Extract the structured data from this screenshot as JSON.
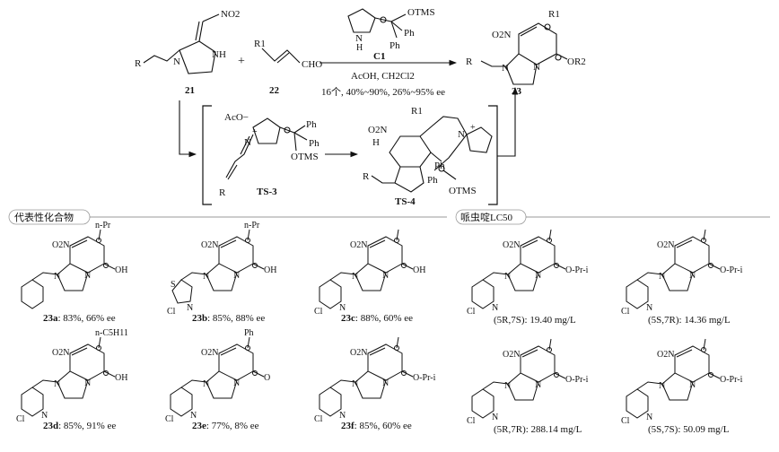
{
  "scheme": {
    "reactant1": {
      "code": "21",
      "R": "R",
      "NO2": "NO2",
      "NH": "NH",
      "N": "N"
    },
    "plus": "+",
    "reactant2": {
      "code": "22",
      "R1": "R1",
      "CHO": "CHO"
    },
    "catalyst": {
      "OTMS": "OTMS",
      "Ph1": "Ph",
      "Ph2": "Ph",
      "NH": "N",
      "H": "H",
      "code": "C1"
    },
    "conditions1": "AcOH, CH2Cl2",
    "conditions2": "16个, 40%~90%, 26%~95% ee",
    "product": {
      "code": "23",
      "R1": "R1",
      "NO2": "O2N",
      "R": "R",
      "N1": "N",
      "N2": "N",
      "OR2": "OR2"
    },
    "ts3": {
      "label": "TS-3",
      "AcO": "AcO−",
      "Ph1": "Ph",
      "Ph2": "Ph",
      "OTMS": "OTMS",
      "R": "R",
      "N": "N",
      "plus": "+"
    },
    "ts4": {
      "label": "TS-4",
      "O2N": "O2N",
      "H": "H",
      "R1": "R1",
      "N": "N",
      "plus": "+",
      "Ph1": "Ph",
      "Ph2": "Ph",
      "OTMS": "OTMS",
      "R": "R"
    }
  },
  "section_left_title": "代表性化合物",
  "section_right_title": "哌虫啶LC50",
  "compounds": [
    {
      "code": "23a",
      "caption": ": 83%, 66% ee",
      "substituent": "n-Pr",
      "tail": "OH"
    },
    {
      "code": "23b",
      "caption": ": 85%, 88% ee",
      "substituent": "n-Pr",
      "tail": "OH"
    },
    {
      "code": "23c",
      "caption": ": 88%, 60% ee",
      "substituent": "",
      "tail": "OH"
    },
    {
      "code": "23d",
      "caption": ": 85%, 91% ee",
      "substituent": "n-C5H11",
      "tail": "OH"
    },
    {
      "code": "23e",
      "caption": ": 77%, 8% ee",
      "substituent": "Ph",
      "tail": "O"
    },
    {
      "code": "23f",
      "caption": ": 85%, 60% ee",
      "substituent": "",
      "tail": "O-Pr-i"
    }
  ],
  "lc50": [
    {
      "stereo": "(5R,7S)",
      "value": ": 19.40 mg/L",
      "tail": "O-Pr-i"
    },
    {
      "stereo": "(5S,7R)",
      "value": ": 14.36 mg/L",
      "tail": "O-Pr-i"
    },
    {
      "stereo": "(5R,7R)",
      "value": ": 288.14 mg/L",
      "tail": "O-Pr-i"
    },
    {
      "stereo": "(5S,7S)",
      "value": ": 50.09 mg/L",
      "tail": "O-Pr-i"
    }
  ],
  "atom_labels": {
    "N": "N",
    "O2N": "O2N",
    "NO2": "NO2",
    "Cl": "Cl",
    "S": "S"
  }
}
